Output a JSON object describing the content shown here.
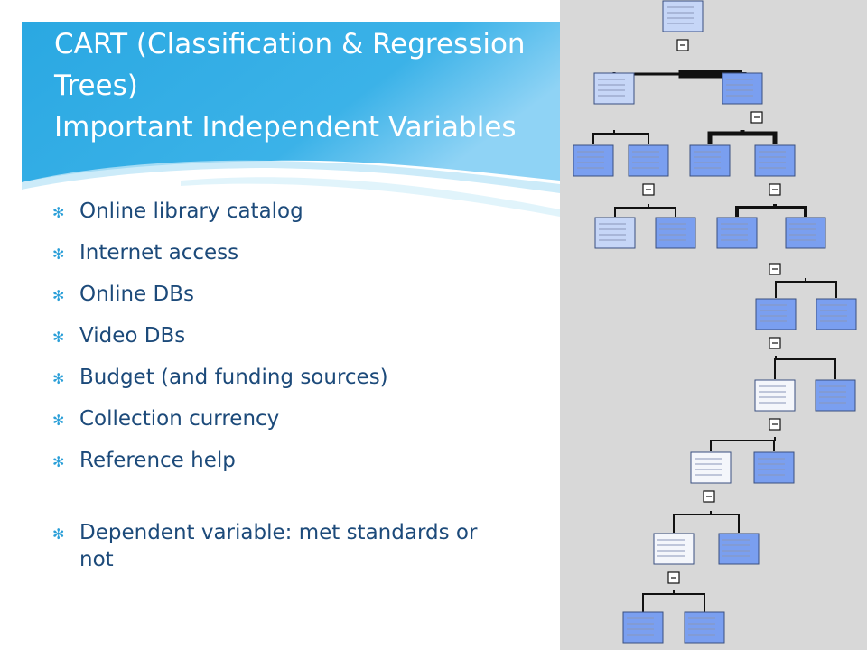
{
  "slide": {
    "title_lines": [
      "CART (Classification & Regression",
      "Trees)",
      "Important Independent Variables"
    ],
    "bullets": [
      "Online library catalog",
      "Internet access",
      "Online DBs",
      "Video DBs",
      "Budget (and funding sources)",
      "Collection currency",
      "Reference help"
    ],
    "dependent_bullet_lines": [
      "Dependent variable: met standards or",
      "not"
    ]
  },
  "colors": {
    "header_blue": "#29a6e0",
    "header_light": "#8fd3f5",
    "bullet_text": "#1c4a7a",
    "bullet_star": "#2b9fd8",
    "tree_panel_bg": "#d8d8d8",
    "node_blue": "#7a9ff0",
    "node_light": "#c6d6f7",
    "node_white": "#f4f6fb",
    "edge": "#111111"
  }
}
